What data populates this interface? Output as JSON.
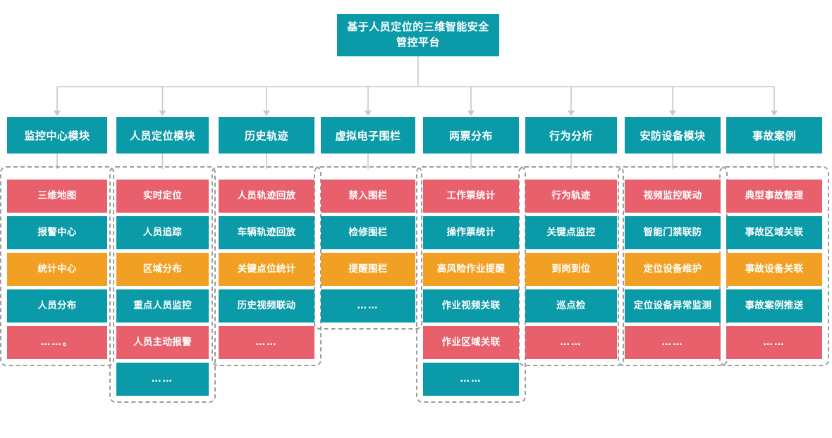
{
  "title": {
    "text": "基于人员定位的三维智能安全管控平台"
  },
  "colors": {
    "teal": "#0b9aa8",
    "red": "#e8606b",
    "amber": "#f2a024",
    "connector": "#c8c8c8",
    "dashed_border": "#9d9d9d",
    "background": "#ffffff",
    "text": "#ffffff"
  },
  "chart_data": {
    "type": "diagram",
    "title": "基于人员定位的三维智能安全管控平台",
    "structure": "tree",
    "root": "基于人员定位的三维智能安全管控平台",
    "levels": 3,
    "branch_count": 8
  },
  "columns": [
    {
      "id": "monitor-center",
      "header": "监控中心模块",
      "items": [
        {
          "label": "三维地图",
          "color": "red"
        },
        {
          "label": "报警中心",
          "color": "teal"
        },
        {
          "label": "统计中心",
          "color": "amber"
        },
        {
          "label": "人员分布",
          "color": "teal"
        },
        {
          "label": "……。",
          "color": "red"
        }
      ]
    },
    {
      "id": "personnel-location",
      "header": "人员定位模块",
      "items": [
        {
          "label": "实时定位",
          "color": "red"
        },
        {
          "label": "人员追踪",
          "color": "teal"
        },
        {
          "label": "区域分布",
          "color": "amber"
        },
        {
          "label": "重点人员监控",
          "color": "teal"
        },
        {
          "label": "人员主动报警",
          "color": "red"
        },
        {
          "label": "……",
          "color": "teal"
        }
      ]
    },
    {
      "id": "history-track",
      "header": "历史轨迹",
      "items": [
        {
          "label": "人员轨迹回放",
          "color": "red"
        },
        {
          "label": "车辆轨迹回放",
          "color": "teal"
        },
        {
          "label": "关键点位统计",
          "color": "amber"
        },
        {
          "label": "历史视频联动",
          "color": "teal"
        },
        {
          "label": "……",
          "color": "red"
        }
      ]
    },
    {
      "id": "virtual-fence",
      "header": "虚拟电子围栏",
      "items": [
        {
          "label": "禁入围栏",
          "color": "red"
        },
        {
          "label": "检修围栏",
          "color": "teal"
        },
        {
          "label": "提醒围栏",
          "color": "amber"
        },
        {
          "label": "……",
          "color": "teal"
        }
      ]
    },
    {
      "id": "two-tickets",
      "header": "两票分布",
      "items": [
        {
          "label": "工作票统计",
          "color": "red"
        },
        {
          "label": "操作票统计",
          "color": "teal"
        },
        {
          "label": "高风险作业提醒",
          "color": "amber"
        },
        {
          "label": "作业视频关联",
          "color": "teal"
        },
        {
          "label": "作业区域关联",
          "color": "red"
        },
        {
          "label": "……",
          "color": "teal"
        }
      ]
    },
    {
      "id": "behavior-analysis",
      "header": "行为分析",
      "items": [
        {
          "label": "行为轨迹",
          "color": "red"
        },
        {
          "label": "关键点监控",
          "color": "teal"
        },
        {
          "label": "到岗到位",
          "color": "amber"
        },
        {
          "label": "巡点检",
          "color": "teal"
        },
        {
          "label": "……",
          "color": "red"
        }
      ]
    },
    {
      "id": "security-devices",
      "header": "安防设备模块",
      "items": [
        {
          "label": "视频监控联动",
          "color": "red"
        },
        {
          "label": "智能门禁联防",
          "color": "teal"
        },
        {
          "label": "定位设备维护",
          "color": "amber"
        },
        {
          "label": "定位设备异常监测",
          "color": "teal"
        },
        {
          "label": "……",
          "color": "red"
        }
      ]
    },
    {
      "id": "accident-cases",
      "header": "事故案例",
      "items": [
        {
          "label": "典型事故整理",
          "color": "red"
        },
        {
          "label": "事故区域关联",
          "color": "teal"
        },
        {
          "label": "事故设备关联",
          "color": "amber"
        },
        {
          "label": "事故案例推送",
          "color": "teal"
        },
        {
          "label": "……",
          "color": "red"
        }
      ]
    }
  ]
}
